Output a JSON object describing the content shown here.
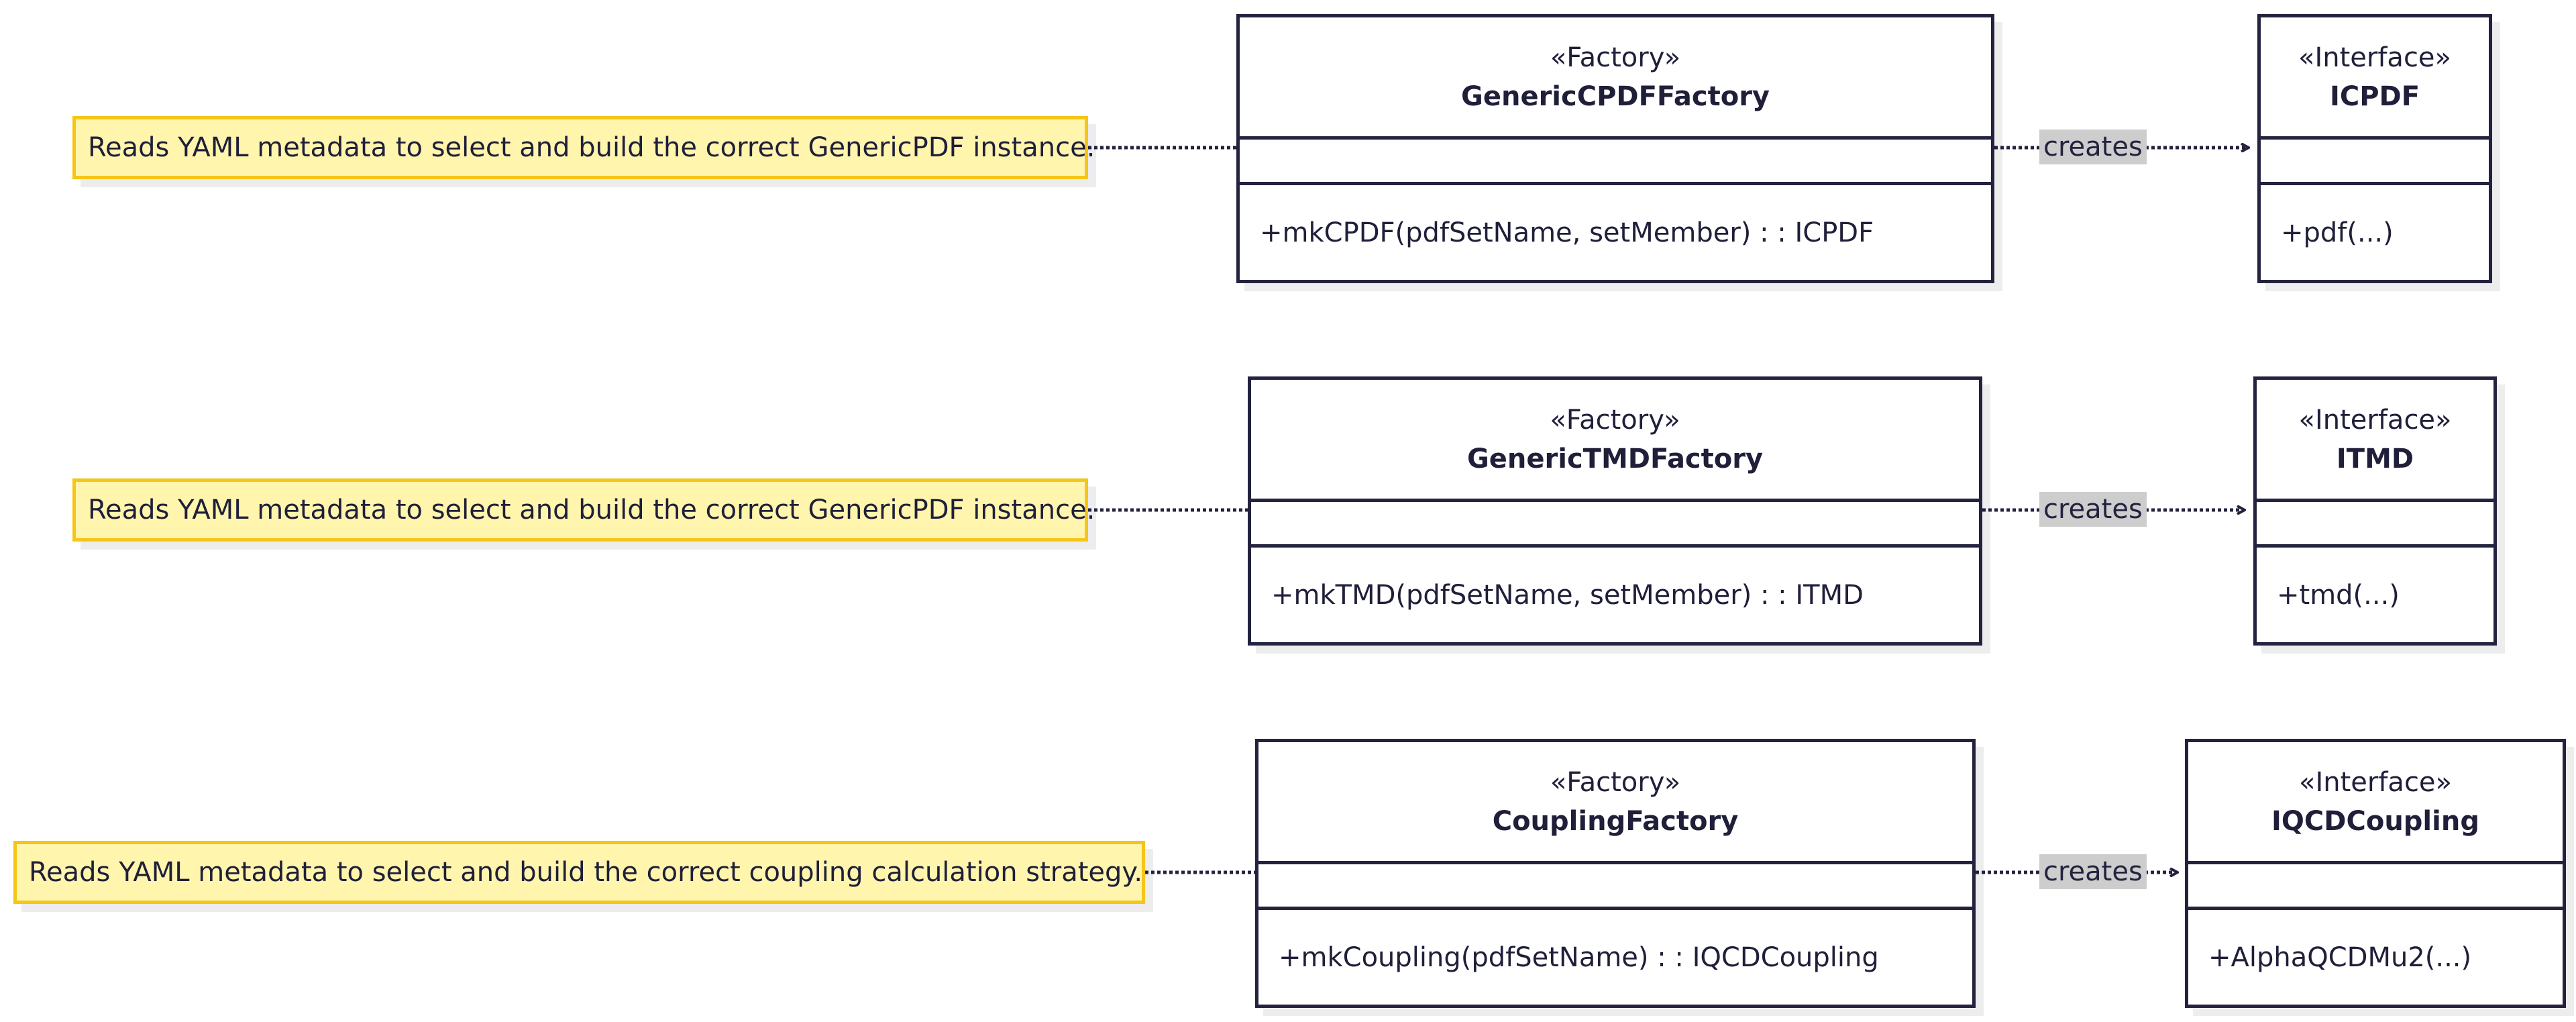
{
  "rows": [
    {
      "note": "Reads YAML metadata to select and build the correct GenericPDF instance.",
      "factory": {
        "stereotype": "«Factory»",
        "name": "GenericCPDFFactory",
        "method": "+mkCPDF(pdfSetName, setMember) : : ICPDF"
      },
      "edge_label": "creates",
      "interface": {
        "stereotype": "«Interface»",
        "name": "ICPDF",
        "method": "+pdf(...)"
      }
    },
    {
      "note": "Reads YAML metadata to select and build the correct GenericPDF instance.",
      "factory": {
        "stereotype": "«Factory»",
        "name": "GenericTMDFactory",
        "method": "+mkTMD(pdfSetName, setMember) : : ITMD"
      },
      "edge_label": "creates",
      "interface": {
        "stereotype": "«Interface»",
        "name": "ITMD",
        "method": "+tmd(...)"
      }
    },
    {
      "note": "Reads YAML metadata to select and build the correct coupling calculation strategy.",
      "factory": {
        "stereotype": "«Factory»",
        "name": "CouplingFactory",
        "method": "+mkCoupling(pdfSetName) : : IQCDCoupling"
      },
      "edge_label": "creates",
      "interface": {
        "stereotype": "«Interface»",
        "name": "IQCDCoupling",
        "method": "+AlphaQCDMu2(...)"
      }
    }
  ],
  "colors": {
    "note_fill": "#fff5ad",
    "note_border": "#f5c518",
    "box_border": "#23233f",
    "label_fill": "#cdcdcd"
  }
}
